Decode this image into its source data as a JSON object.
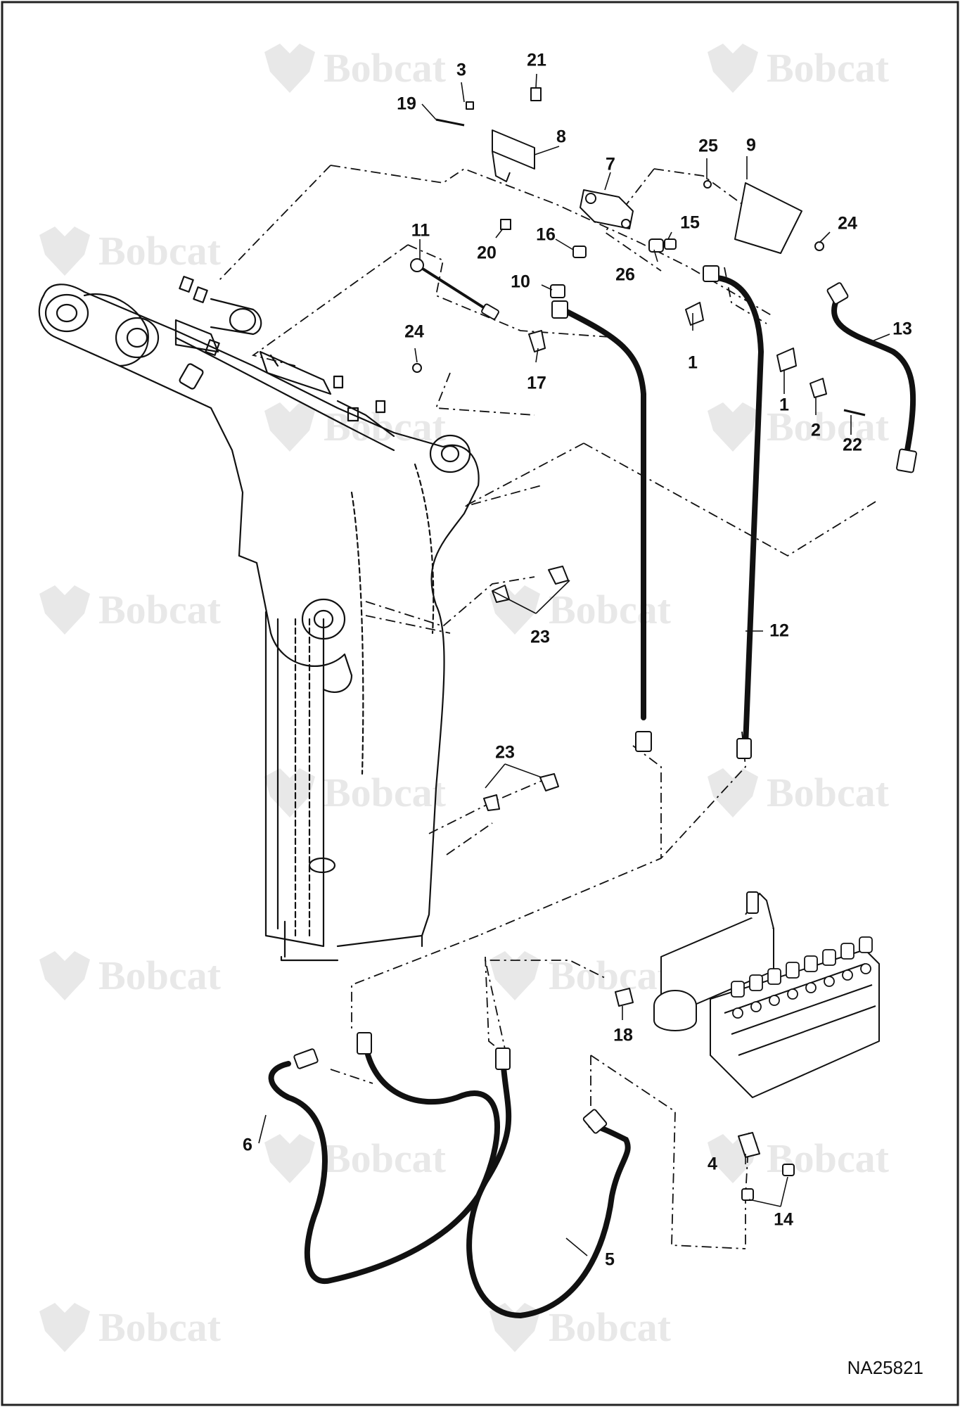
{
  "watermark": {
    "brand": "Bobcat",
    "icon": "bobcat-logo-icon"
  },
  "drawing_code": "NA25821",
  "callouts": [
    "1",
    "1",
    "2",
    "3",
    "4",
    "5",
    "6",
    "7",
    "8",
    "9",
    "10",
    "11",
    "12",
    "13",
    "14",
    "15",
    "16",
    "17",
    "18",
    "19",
    "20",
    "21",
    "22",
    "23",
    "23",
    "24",
    "24",
    "25",
    "26"
  ],
  "colors": {
    "line": "#111111",
    "watermark": "#e8e8e8",
    "frame": "#222222"
  }
}
